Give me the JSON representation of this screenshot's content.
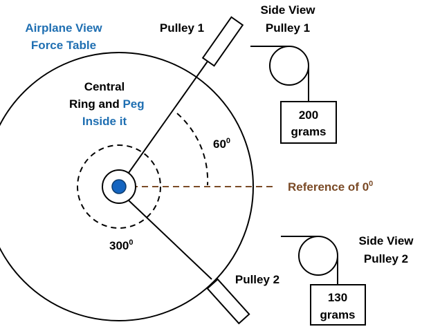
{
  "labels": {
    "airplane_view_line1": "Airplane View",
    "airplane_view_line2": "Force Table",
    "central_line1": "Central",
    "central_line2_a": "Ring and ",
    "central_line2_b": "Peg",
    "central_line3": "Inside it",
    "pulley1": "Pulley 1",
    "pulley2": "Pulley 2",
    "side_view1_line1": "Side View",
    "side_view1_line2": "Pulley 1",
    "side_view2_line1": "Side View",
    "side_view2_line2": "Pulley 2",
    "mass1_value": "200",
    "mass1_unit": "grams",
    "mass2_value": "130",
    "mass2_unit": "grams",
    "angle1_value": "60",
    "angle1_exp": "0",
    "angle2_value": "300",
    "angle2_exp": "0",
    "reference_text": "Reference of 0",
    "reference_exp": "0"
  },
  "colors": {
    "blue": "#1f6fb2",
    "brown": "#7a4a26",
    "peg": "#1565c0"
  }
}
